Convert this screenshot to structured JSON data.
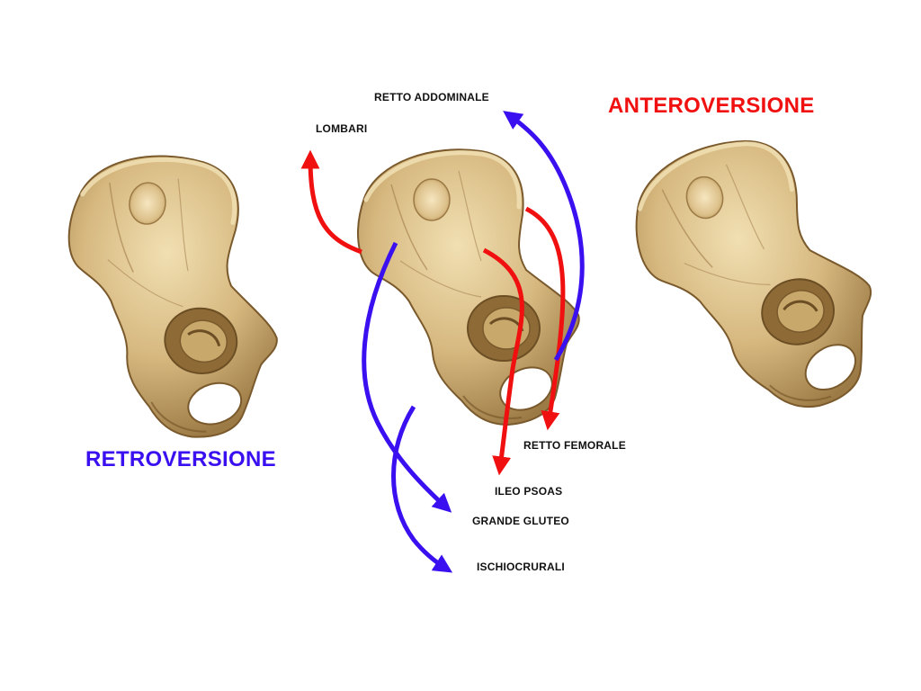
{
  "titles": {
    "retroversion": "RETROVERSIONE",
    "anteroversion": "ANTEROVERSIONE"
  },
  "labels": {
    "retto_addominale": "RETTO ADDOMINALE",
    "lombari": "LOMBARI",
    "retto_femorale": "RETTO FEMORALE",
    "ileo_psoas": "ILEO PSOAS",
    "grande_gluteo": "GRANDE GLUTEO",
    "ischiocrurali": "ISCHIOCRURALI"
  },
  "colors": {
    "retroversion": "#3a10f0",
    "anteroversion": "#f01010",
    "bone": "#d9bd86",
    "bone_shadow": "#8a6a38",
    "bone_light": "#efdcae",
    "label_text": "#111111"
  },
  "icons": {
    "pelvis_left": "pelvis-bone-icon",
    "pelvis_center": "pelvis-bone-icon",
    "pelvis_right": "pelvis-bone-icon"
  }
}
